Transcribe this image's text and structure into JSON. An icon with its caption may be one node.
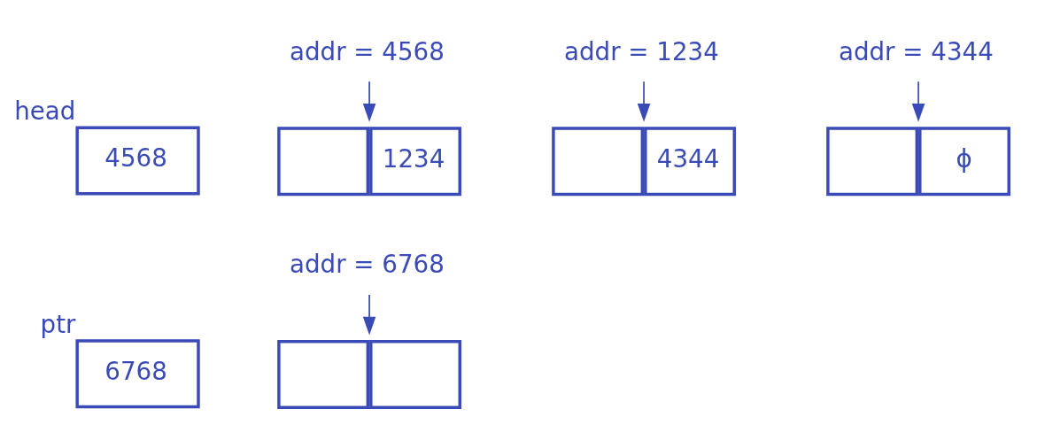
{
  "diagram": {
    "nodes": [
      {
        "text": [
          "4568"
        ],
        "beside": [
          "head"
        ]
      },
      {
        "text": [
          "addr = 4568"
        ]
      },
      {
        "text": [
          "1234"
        ]
      },
      {
        "text": [
          "addr = 1234"
        ]
      },
      {
        "text": [
          "4344"
        ]
      },
      {
        "text": [
          "addr = 4344"
        ]
      },
      {
        "text": [
          "ϕ"
        ]
      },
      {
        "text": [
          "6768"
        ],
        "beside": [
          "ptr"
        ]
      },
      {
        "text": [
          "addr = 6768"
        ]
      },
      {
        "text": [],
        "shape": "box"
      }
    ],
    "edges": [
      {
        "from": 1,
        "to": 2,
        "arrow": "to"
      },
      {
        "from": 3,
        "to": 4,
        "arrow": "to"
      },
      {
        "from": 5,
        "to": 6,
        "arrow": "to"
      },
      {
        "from": 8,
        "to": 9,
        "arrow": "to"
      }
    ]
  }
}
